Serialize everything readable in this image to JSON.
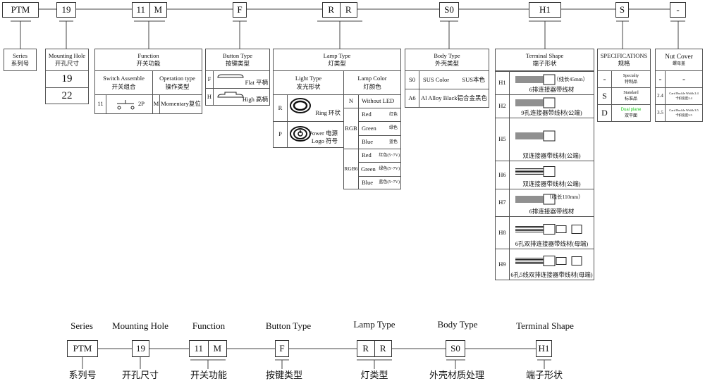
{
  "top_code": {
    "series": "PTM",
    "mounting_hole": "19",
    "function": [
      "11",
      "M"
    ],
    "button": "F",
    "lamp": [
      "R",
      "R"
    ],
    "body": "S0",
    "terminal": "H1",
    "spec": "S",
    "nut": "-"
  },
  "series": {
    "title": "Series",
    "title_cn": "系列号"
  },
  "mounting_hole": {
    "title": "Mounting Hole",
    "title_cn": "开孔尺寸",
    "options": [
      "19",
      "22"
    ]
  },
  "function": {
    "title": "Function",
    "title_cn": "开关功能",
    "switch_assemble": "Switch  Assemble",
    "switch_assemble_cn": "开关组合",
    "operation_type": "Operation type",
    "operation_type_cn": "操作类型",
    "switch_code": "11",
    "switch_label": "2P",
    "switch_symbol": "1",
    "op_code": "M",
    "op_label": "Momentary复位"
  },
  "button": {
    "title": "Button   Type",
    "title_cn": "按键类型",
    "rows": [
      {
        "code": "F",
        "label": "Flat 平柄"
      },
      {
        "code": "H",
        "label": "High 高柄"
      }
    ]
  },
  "lamp": {
    "title": "Lamp   Type",
    "title_cn": "灯类型",
    "light_type": "Light Type",
    "light_type_cn": "发光形状",
    "lamp_color": "Lamp   Color",
    "lamp_color_cn": "灯颜色",
    "light_rows": [
      {
        "code": "R",
        "label": "Ring   环状"
      },
      {
        "code": "P",
        "label": "Power 电源",
        "label2": "Logo  符号"
      }
    ],
    "none": {
      "code": "N",
      "label": "Without LED"
    },
    "rgb": {
      "code": "RGB",
      "colors": [
        {
          "en": "Red",
          "cn": "红色"
        },
        {
          "en": "Green",
          "cn": "绿色"
        },
        {
          "en": "Blue",
          "cn": "蓝色"
        }
      ]
    },
    "rgb6": {
      "code": "RGB6",
      "colors": [
        {
          "en": "Red",
          "cn": "红色(5~7V)"
        },
        {
          "en": "Green",
          "cn": "绿色(5~7V)"
        },
        {
          "en": "Blue",
          "cn": "蓝色(5~7V)"
        }
      ]
    }
  },
  "body": {
    "title": "Body Type",
    "title_cn": "外壳类型",
    "rows": [
      {
        "code": "S0",
        "en": "SUS Color",
        "cn": "SUS本色"
      },
      {
        "code": "A6",
        "en": "Al Alloy Black",
        "cn": "铝合金黑色"
      }
    ]
  },
  "terminal": {
    "title": "Terminal Shape",
    "title_cn": "端子形状",
    "rows": [
      {
        "code": "H1",
        "note": "（线长45mm）",
        "label": "6排连接器带线材"
      },
      {
        "code": "H2",
        "label": "9孔连接器带线材(公端)"
      },
      {
        "code": "H5",
        "label": "双连接器带线材(公端)"
      },
      {
        "code": "H6",
        "label": "双连接器带线材(公端)"
      },
      {
        "code": "H7",
        "note": "（线长110mm）",
        "label": "6排连接器带线材"
      },
      {
        "code": "H8",
        "label": "6孔双排连接器带线材(母端)"
      },
      {
        "code": "H9",
        "label": "6孔5线双排连接器带线材(母端)"
      }
    ]
  },
  "spec": {
    "title": "SPECIFICATIONS",
    "title_cn": "规格",
    "rows": [
      {
        "code": "-",
        "en": "Specialty",
        "cn": "特制品"
      },
      {
        "code": "S",
        "en": "Standard",
        "cn": "标准品"
      },
      {
        "code": "D",
        "en": "Dual plane",
        "cn": "双平面"
      }
    ],
    "highlight_color": "#22cc22"
  },
  "nut": {
    "title": "Nut Cover",
    "title_cn": "螺母盖",
    "rows": [
      {
        "code": "-",
        "en": "-",
        "cn": ""
      },
      {
        "code": "2.4",
        "en": "Card Buckle Width 2.4",
        "cn": "卡扣宽度2.4"
      },
      {
        "code": "3.5",
        "en": "Card Buckle Width 3.5",
        "cn": "卡扣宽度3.5"
      }
    ]
  },
  "example": {
    "labels": [
      "Series",
      "Mounting Hole",
      "Function",
      "Button   Type",
      "Lamp   Type",
      "Body Type",
      "Terminal Shape"
    ],
    "labels_cn": [
      "系列号",
      "开孔尺寸",
      "开关功能",
      "按键类型",
      "灯类型",
      "外壳材质处理",
      "端子形状"
    ],
    "codes": {
      "series": "PTM",
      "mounting_hole": "19",
      "function": [
        "11",
        "M"
      ],
      "button": "F",
      "lamp": [
        "R",
        "R"
      ],
      "body": "S0",
      "terminal": "H1"
    }
  }
}
